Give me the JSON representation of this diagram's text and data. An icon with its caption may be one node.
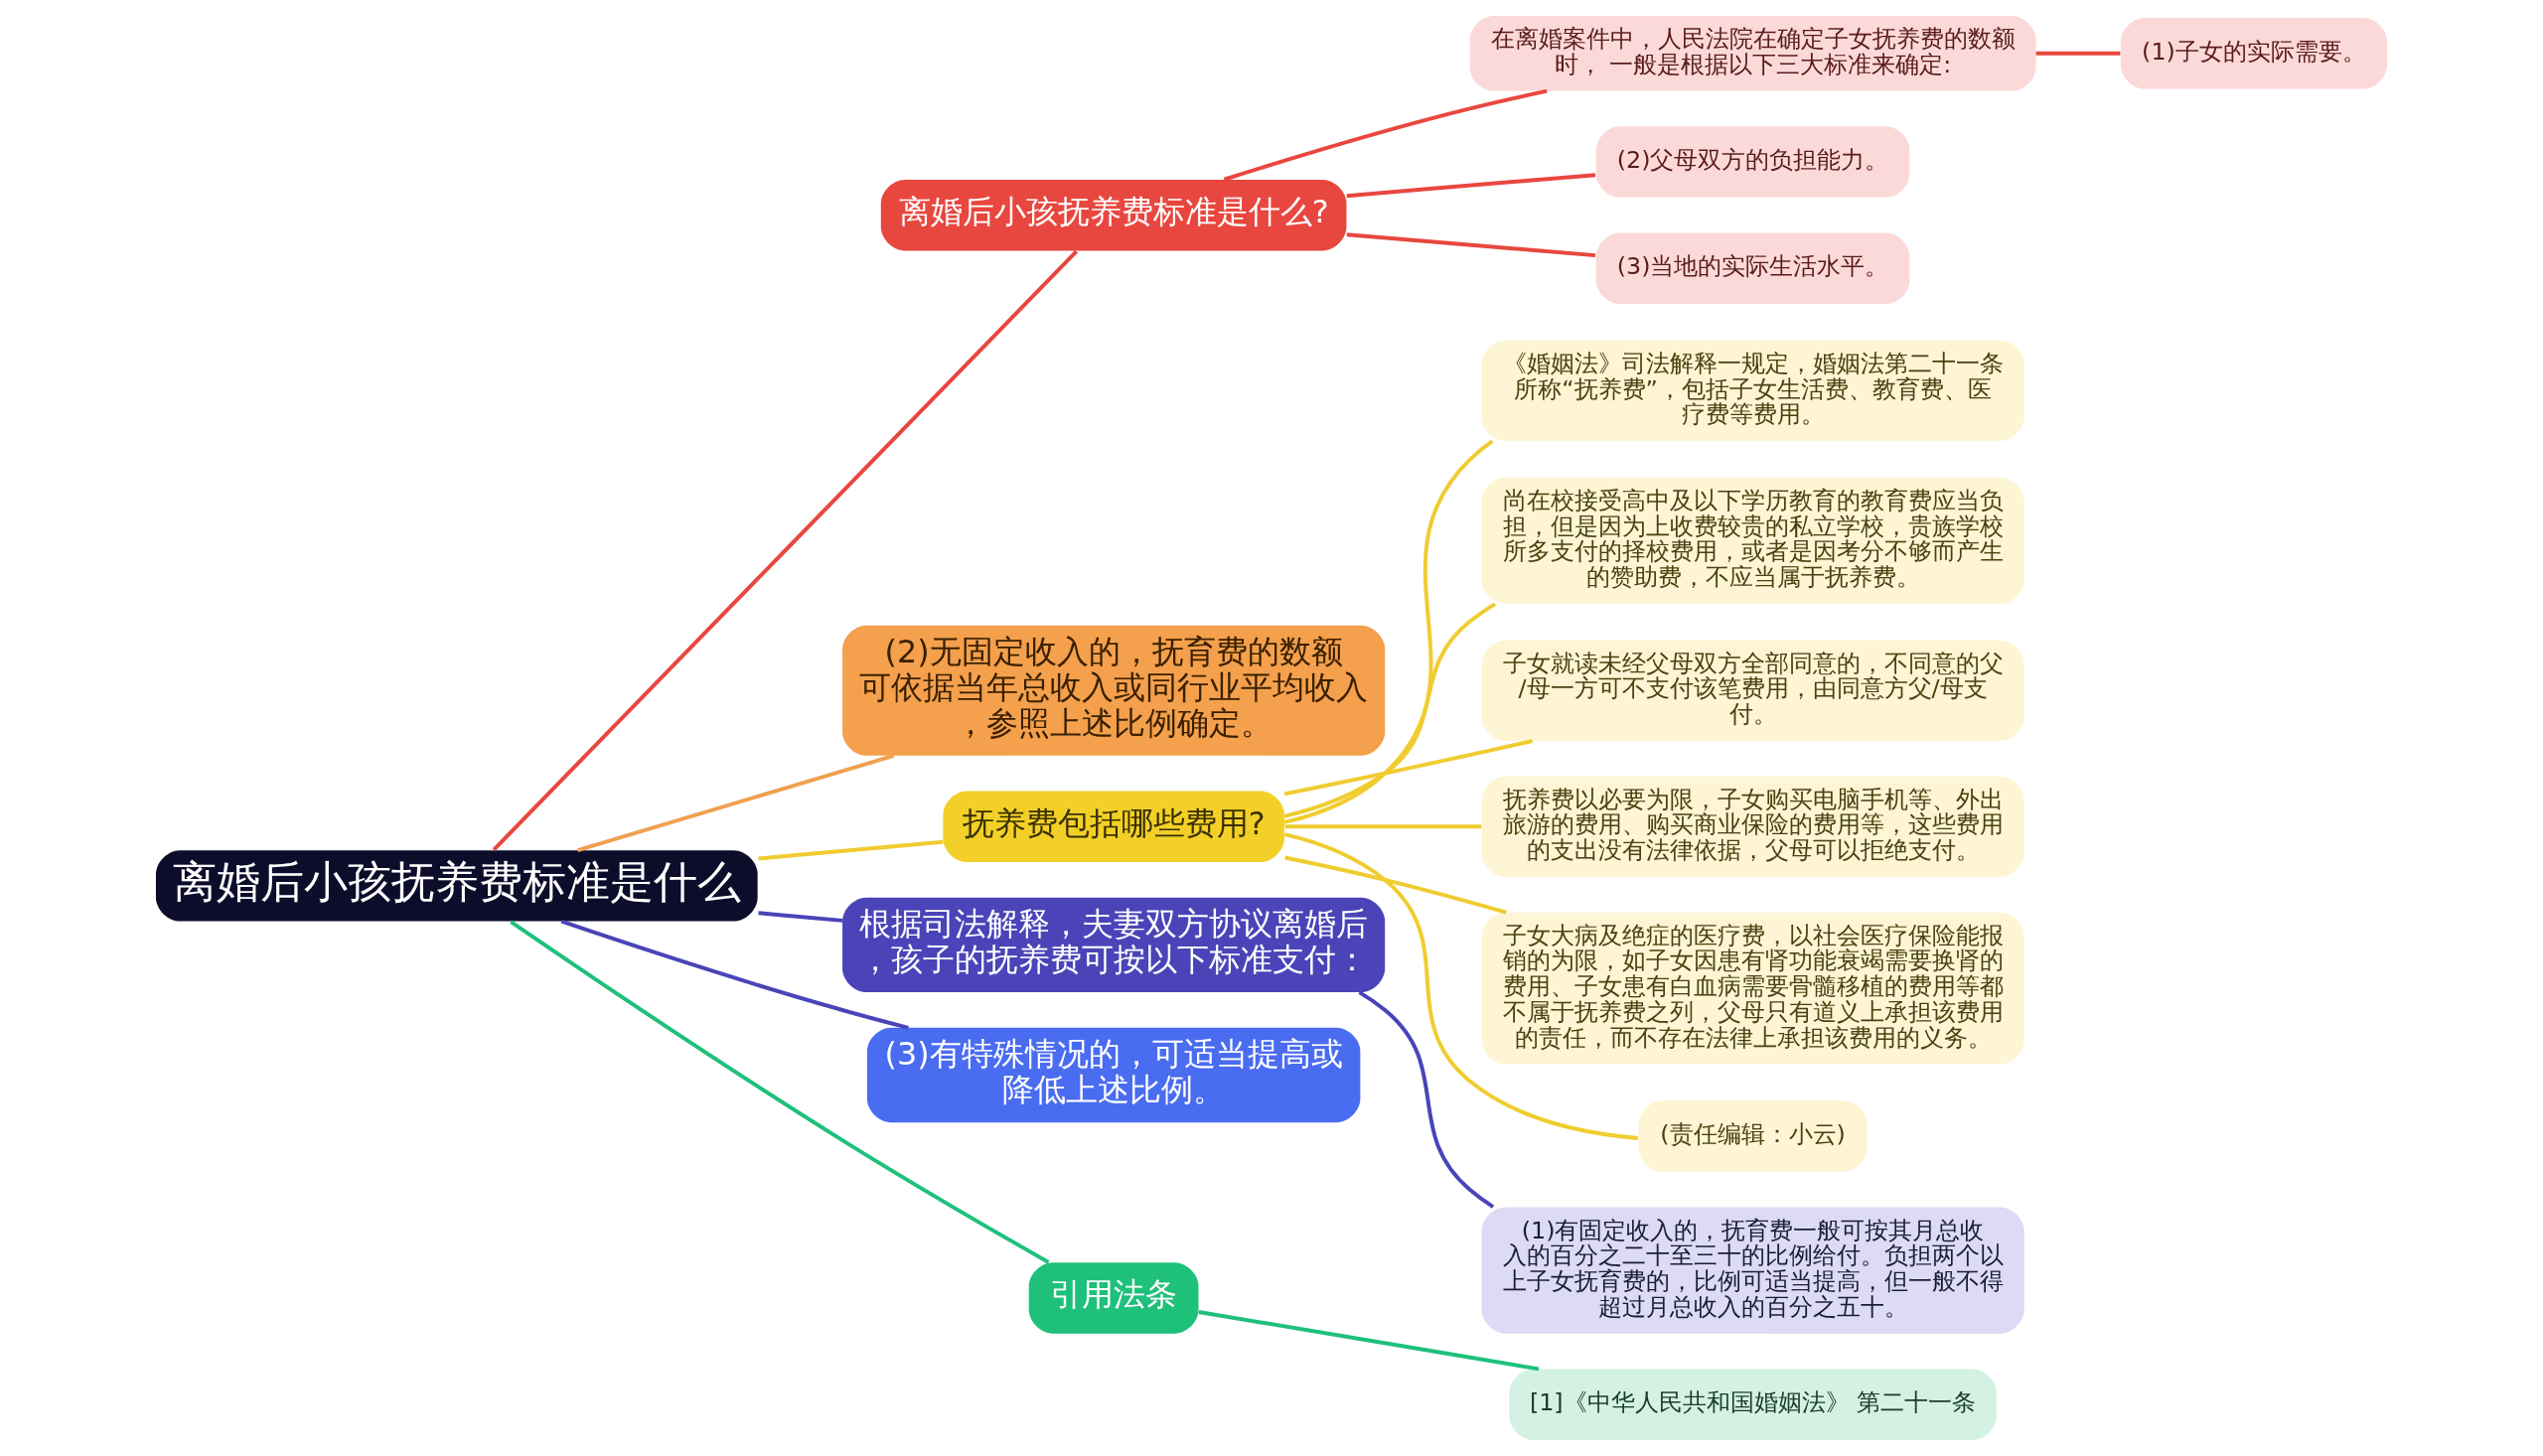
{
  "diagram": {
    "nodes": [
      {
        "text": [
          "离婚后小孩抚养费标准是什么"
        ]
      },
      {
        "text": [
          "离婚后小孩抚养费标准是什么?"
        ]
      },
      {
        "text": [
          "在离婚案件中，人民法院在确定子女抚养费的数额时， 一般是根据以下三大标准来确定:"
        ]
      },
      {
        "text": [
          "(1)子女的实际需要。"
        ]
      },
      {
        "text": [
          "(2)父母双方的负担能力。"
        ]
      },
      {
        "text": [
          "(3)当地的实际生活水平。"
        ]
      },
      {
        "text": [
          "(2)无固定收入的，抚育费的数额可依据当年总收入或同行业平均收入，参照上述比例确定。"
        ]
      },
      {
        "text": [
          "抚养费包括哪些费用?"
        ]
      },
      {
        "text": [
          "《婚姻法》司法解释一规定，婚姻法第二十一条所称“抚养费”，包括子女生活费、教育费、医疗费等费用。"
        ]
      },
      {
        "text": [
          "尚在校接受高中及以下学历教育的教育费应当负担，但是因为上收费较贵的私立学校，贵族学校所多支付的择校费用，或者是因考分不够而产生的赞助费，不应当属于抚养费。"
        ]
      },
      {
        "text": [
          "子女就读未经父母双方全部同意的，不同意的父/母一方可不支付该笔费用，由同意方父/母支付。"
        ]
      },
      {
        "text": [
          "抚养费以必要为限，子女购买电脑手机等、外出旅游的费用、购买商业保险的费用等，这些费用的支出没有法律依据，父母可以拒绝支付。"
        ]
      },
      {
        "text": [
          "子女大病及绝症的医疗费，以社会医疗保险能报销的为限，如子女因患有肾功能衰竭需要换肾的费用、子女患有白血病需要骨髓移植的费用等都不属于抚养费之列，父母只有道义上承担该费用的责任，而不存在法律上承担该费用的义务。"
        ]
      },
      {
        "text": [
          "(责任编辑：小云)"
        ]
      },
      {
        "text": [
          "根据司法解释，夫妻双方协议离婚后，孩子的抚养费可按以下标准支付："
        ]
      },
      {
        "text": [
          "(1)有固定收入的，抚育费一般可按其月总收入的百分之二十至三十的比例给付。负担两个以上子女抚育费的，比例可适当提高，但一般不得超过月总收入的百分之五十。"
        ]
      },
      {
        "text": [
          "(3)有特殊情况的，可适当提高或降低上述比例。"
        ]
      },
      {
        "text": [
          "引用法条"
        ]
      },
      {
        "text": [
          "[1]《中华人民共和国婚姻法》 第二十一条"
        ]
      }
    ],
    "edges": [
      {
        "from": 0,
        "to": 1,
        "arrow": "none",
        "color": "#e8473f"
      },
      {
        "from": 1,
        "to": 2,
        "arrow": "none",
        "color": "#e8473f"
      },
      {
        "from": 2,
        "to": 3,
        "arrow": "none",
        "color": "#e8473f"
      },
      {
        "from": 1,
        "to": 4,
        "arrow": "none",
        "color": "#e8473f"
      },
      {
        "from": 1,
        "to": 5,
        "arrow": "none",
        "color": "#e8473f"
      },
      {
        "from": 0,
        "to": 6,
        "arrow": "none",
        "color": "#f0a050"
      },
      {
        "from": 0,
        "to": 7,
        "arrow": "none",
        "color": "#f0cc30"
      },
      {
        "from": 7,
        "to": 8,
        "arrow": "none",
        "color": "#f0cc30"
      },
      {
        "from": 7,
        "to": 9,
        "arrow": "none",
        "color": "#f0cc30"
      },
      {
        "from": 7,
        "to": 10,
        "arrow": "none",
        "color": "#f0cc30"
      },
      {
        "from": 7,
        "to": 11,
        "arrow": "none",
        "color": "#f0cc30"
      },
      {
        "from": 7,
        "to": 12,
        "arrow": "none",
        "color": "#f0cc30"
      },
      {
        "from": 7,
        "to": 13,
        "arrow": "none",
        "color": "#f0cc30"
      },
      {
        "from": 0,
        "to": 14,
        "arrow": "none",
        "color": "#4a44b8"
      },
      {
        "from": 14,
        "to": 15,
        "arrow": "none",
        "color": "#4a44b8"
      },
      {
        "from": 0,
        "to": 16,
        "arrow": "none",
        "color": "#4a44b8"
      },
      {
        "from": 0,
        "to": 17,
        "arrow": "none",
        "color": "#1ec07a"
      },
      {
        "from": 17,
        "to": 18,
        "arrow": "none",
        "color": "#1ec07a"
      }
    ]
  }
}
